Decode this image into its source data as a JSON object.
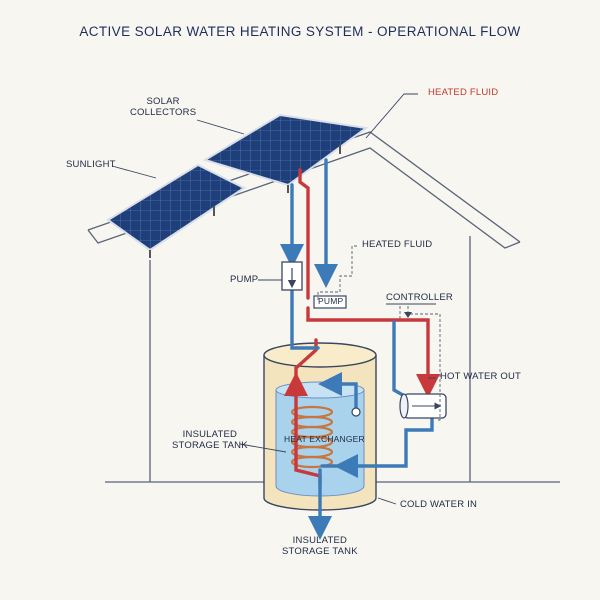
{
  "title": "ACTIVE SOLAR WATER HEATING SYSTEM - OPERATIONAL FLOW",
  "labels": {
    "solar_collectors": "SOLAR\nCOLLECTORS",
    "sunlight": "SUNLIGHT",
    "heated_fluid_top": "HEATED FLUID",
    "heated_fluid_mid": "HEATED FLUID",
    "pump_left": "PUMP",
    "pump_box": "PUMP",
    "controller": "CONTROLLER",
    "hot_water_out": "HOT WATER OUT",
    "insulated_tank_side": "INSULATED\nSTORAGE TANK",
    "heat_exchanger": "HEAT EXCHANGER",
    "cold_water_in": "COLD WATER IN",
    "insulated_tank_bottom": "INSULATED\nSTORAGE TANK"
  },
  "colors": {
    "hot": "#c8393b",
    "cold": "#3d7ab8",
    "outline": "#3a4660",
    "water": "#a9d2ec",
    "tank_shell": "#f4e4bd",
    "panel": "#1f3f7a"
  }
}
